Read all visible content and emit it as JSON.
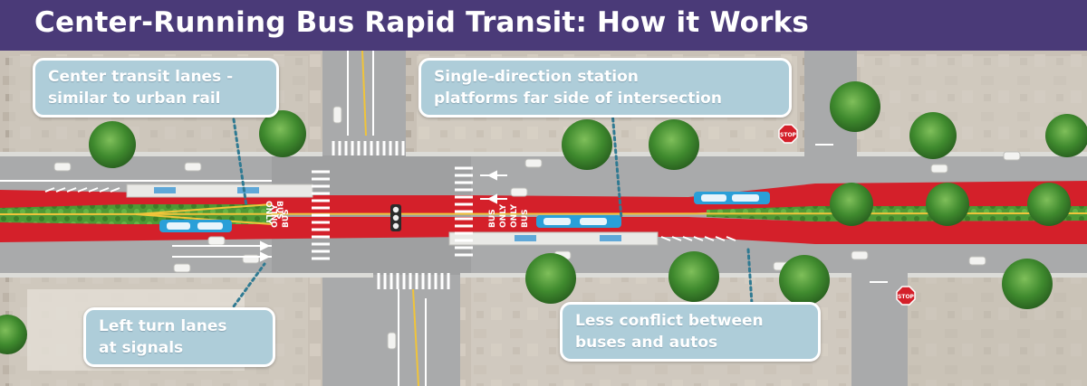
{
  "banner": {
    "title": "Center-Running Bus Rapid Transit: How it Works"
  },
  "callouts": {
    "center_lanes": {
      "line1": "Center transit lanes -",
      "line2": "similar to urban rail"
    },
    "platforms": {
      "line1": "Single-direction station",
      "line2": "platforms far side of intersection"
    },
    "left_turn": {
      "line1": "Left turn lanes",
      "line2": "at signals"
    },
    "conflict": {
      "line1": "Less conflict between",
      "line2": "buses and autos"
    }
  },
  "road_markings": {
    "bus_only_words": [
      "BUS",
      "ONLY"
    ],
    "stop_sign_text": "STOP"
  },
  "colors": {
    "banner": "#4a3a78",
    "bus_lane_red": "#d4202a",
    "callout_bg": "#aecdd9",
    "leader_line": "#2f7a92",
    "median_green": "#4f9a35",
    "road_gray": "#a9aaab"
  }
}
